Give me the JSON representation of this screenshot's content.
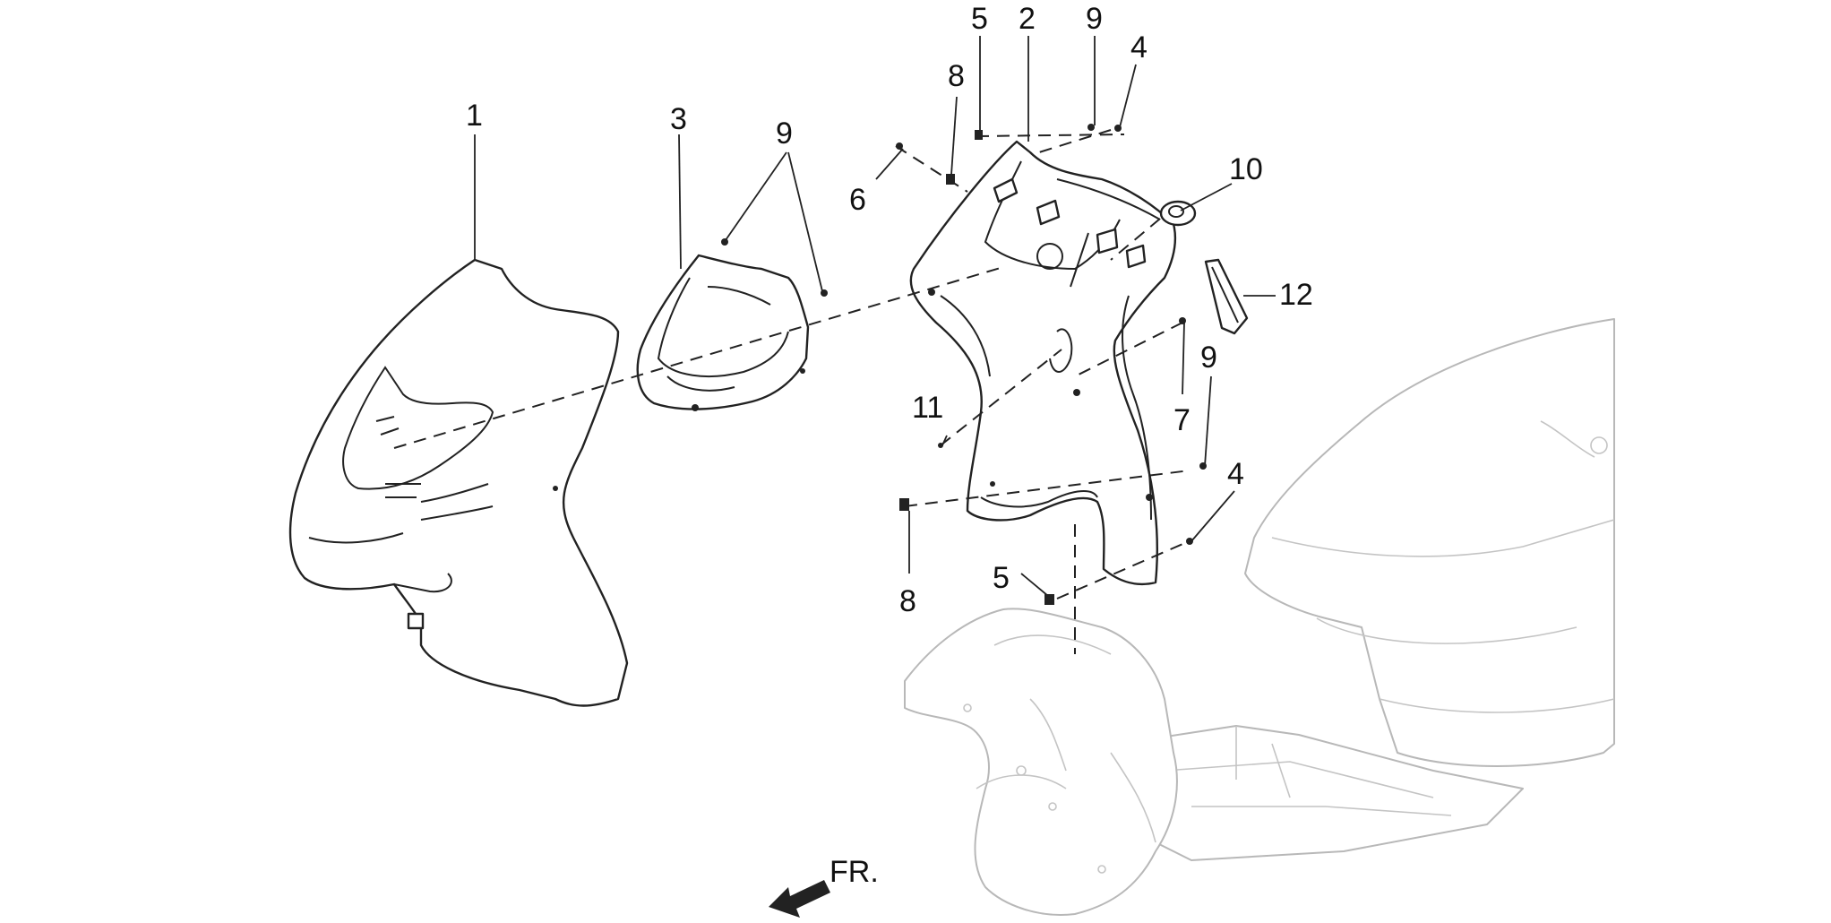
{
  "callouts": {
    "c1": "1",
    "c2": "2",
    "c3": "3",
    "c4a": "4",
    "c4b": "4",
    "c5a": "5",
    "c5b": "5",
    "c6": "6",
    "c7": "7",
    "c8a": "8",
    "c8b": "8",
    "c9a": "9",
    "c9b": "9",
    "c9c": "9",
    "c10": "10",
    "c11": "11",
    "c12": "12"
  },
  "direction_label": "FR.",
  "colors": {
    "ink": "#222222",
    "ghost": "#b8b8b8"
  }
}
